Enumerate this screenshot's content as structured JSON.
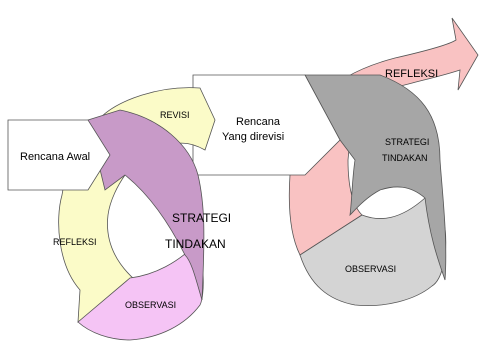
{
  "cycle1": {
    "start_box": "Rencana Awal",
    "revisi": "REVISI",
    "strategi_line1": "STRATEGI",
    "strategi_line2": "TINDAKAN",
    "refleksi": "REFLEKSI",
    "observasi": "OBSERVASI"
  },
  "cycle2": {
    "start_box_line1": "Rencana",
    "start_box_line2": "Yang direvisi",
    "refleksi": "REFLEKSI",
    "strategi_line1": "STRATEGI",
    "strategi_line2": "TINDAKAN",
    "observasi": "OBSERVASI"
  },
  "colors": {
    "revisi": "#fbfbc8",
    "strategi1": "#c89ac8",
    "refleksi1": "#fbfbc8",
    "observasi1": "#f5c4f5",
    "refleksi2": "#f9c2c2",
    "strategi2": "#a6a6a6",
    "observasi2": "#d4d4d4",
    "box": "#ffffff",
    "stroke": "#555555"
  }
}
